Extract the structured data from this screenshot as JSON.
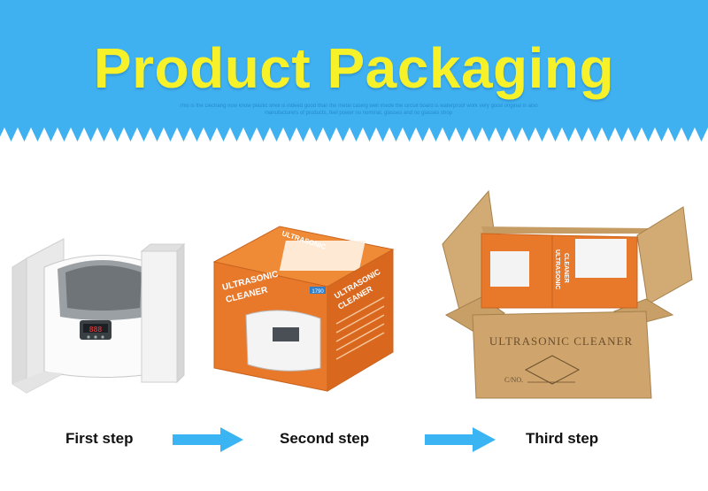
{
  "header": {
    "title": "Product Packaging",
    "subtitle": "This is the Dechang now know plastic shell is indeed good than the metal casing well inside the circuit board is waterproof work very good original is also manufacturers of products, feel power no nominal, glasses and no glasses shop",
    "bg_color": "#3fb0f0",
    "title_color": "#f7f12a"
  },
  "box_print": {
    "product_name_line1": "ULTRASONIC",
    "product_name_line2": "CLEANER",
    "top_label": "ULTRASONIC",
    "carton_label": "ULTRASONIC CLEANER",
    "carton_code": "C/NO.",
    "model": "1790"
  },
  "steps": [
    {
      "label": "First step"
    },
    {
      "label": "Second step"
    },
    {
      "label": "Third step"
    }
  ],
  "colors": {
    "arrow": "#3ab4f2",
    "orange_box": "#e8782a",
    "cardboard": "#c9a06a",
    "foam": "#f1f1f1"
  }
}
